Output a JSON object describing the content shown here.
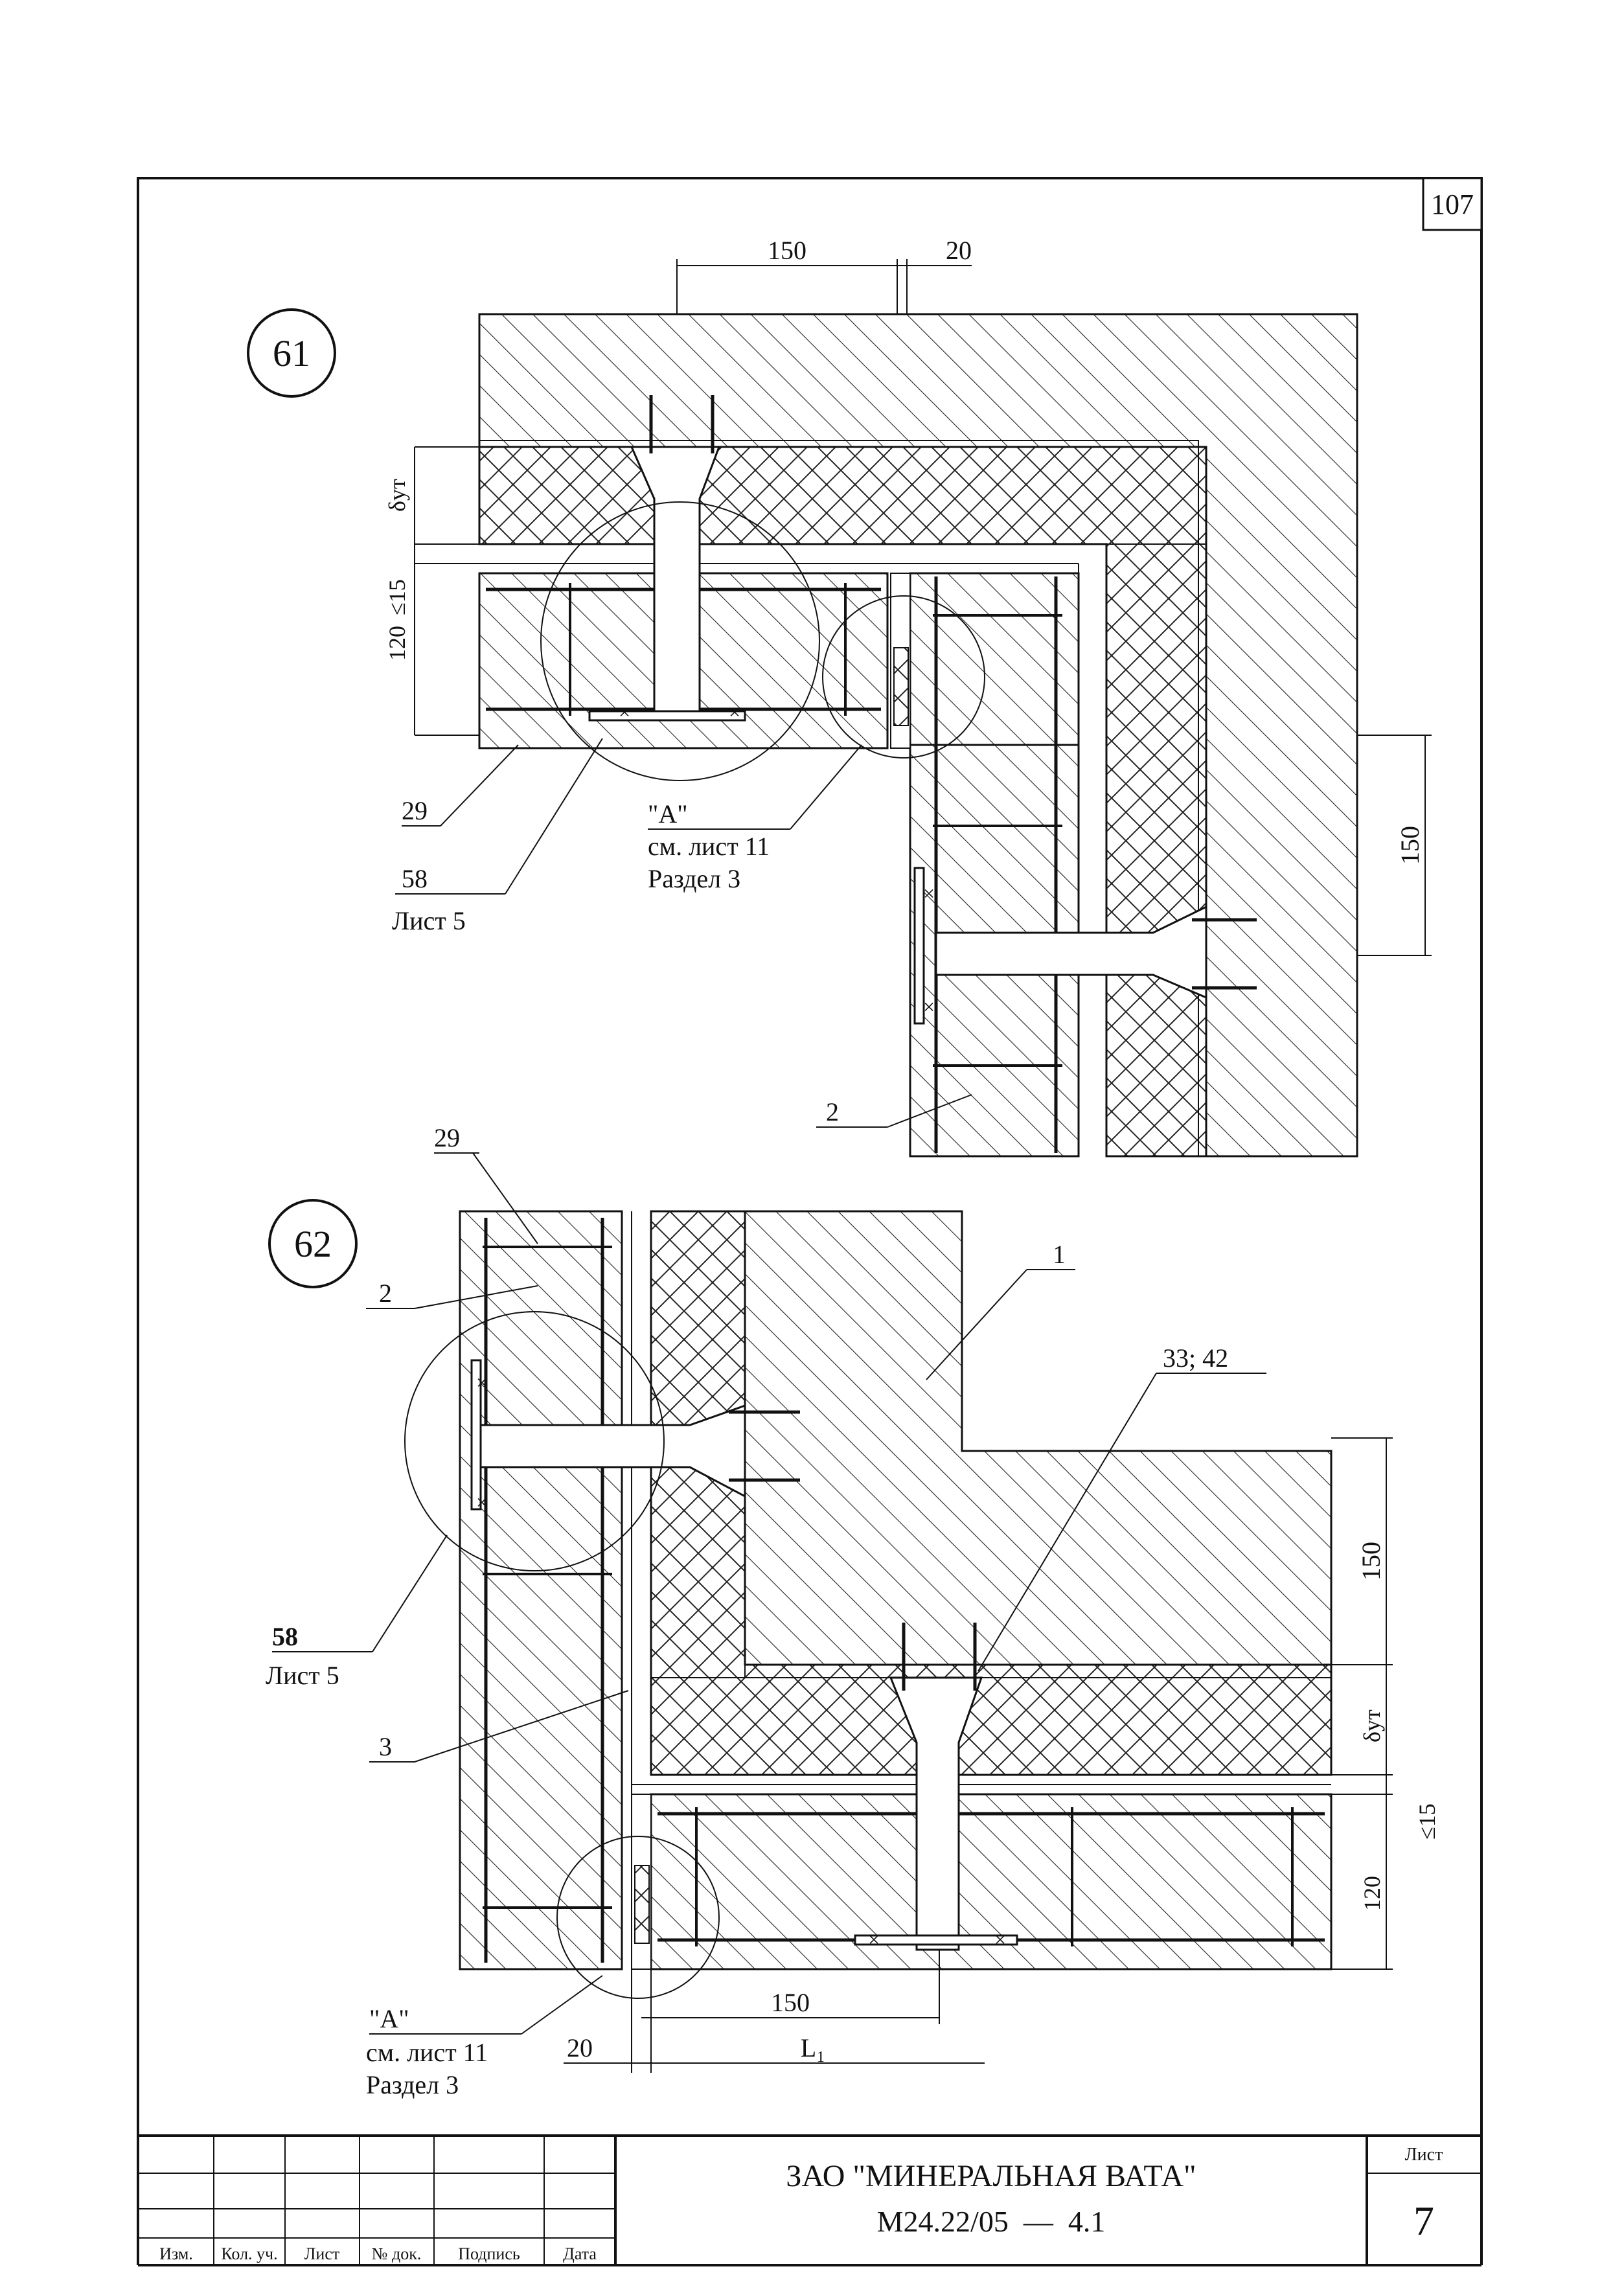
{
  "sheet": {
    "page_number": "107",
    "company": "ЗАО \"МИНЕРАЛЬНАЯ ВАТА\"",
    "document_code": "М24.22/05  —  4.1",
    "sheet_label": "Лист",
    "sheet_number": "7",
    "title_block_headers": [
      "Изм.",
      "Кол. уч.",
      "Лист",
      "№ док.",
      "Подпись",
      "Дата"
    ]
  },
  "detail_61": {
    "callout": "61",
    "dims": {
      "top_150": "150",
      "top_20": "20",
      "insulation": "δут",
      "gap": "≤15",
      "panel": "120",
      "right_150": "150"
    },
    "leaders": {
      "l29": "29",
      "l58": "58",
      "l58_sheet": "Лист 5",
      "a_mark": "\"А\"",
      "a_ref1": "см. лист 11",
      "a_ref2": "Раздел 3",
      "l2": "2"
    }
  },
  "detail_62": {
    "callout": "62",
    "dims": {
      "right_150": "150",
      "insulation": "δут",
      "gap": "≤15",
      "panel": "120",
      "bottom_150": "150",
      "bottom_20": "20",
      "bottom_l1": "L₁"
    },
    "leaders": {
      "l29": "29",
      "l2": "2",
      "l1": "1",
      "l33": "33; 42",
      "l58": "58",
      "l58_sheet": "Лист 5",
      "l3": "3",
      "a_mark": "\"А\"",
      "a_ref1": "см. лист 11",
      "a_ref2": "Раздел 3"
    }
  }
}
